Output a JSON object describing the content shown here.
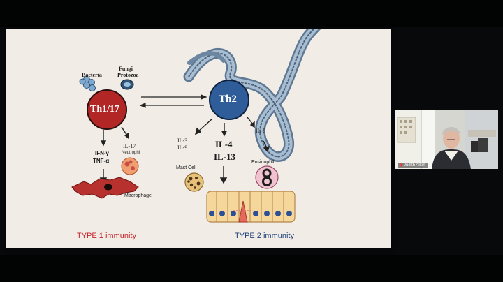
{
  "slide": {
    "pathogens": {
      "bacteria": "Bacteria",
      "fungi": "Fungi",
      "protozoa": "Protozoa"
    },
    "th1_label": "Th1/17",
    "th2_label": "Th2",
    "th1_outputs": {
      "cytokines_line1": "IFN-γ",
      "cytokines_line2": "TNF-α",
      "il17": "IL-17",
      "neutrophil": "Neutrophil",
      "macrophage": "Macrophage"
    },
    "th2_outputs": {
      "il3": "IL-3",
      "il9": "IL-9",
      "il4": "IL-4",
      "il13": "IL-13",
      "il5": "IL-5",
      "mast_cell": "Mast Cell",
      "eosinophil": "Eosinophil"
    },
    "type1_title": "TYPE 1 immunity",
    "type2_title": "TYPE 2 immunity"
  },
  "video": {
    "participant_name": "Judith Allen"
  },
  "colors": {
    "th1": "#b32626",
    "th2": "#2e5d9a",
    "type1_text": "#c7232a",
    "type2_text": "#1f3f7a",
    "macrophage": "#b7322f"
  }
}
